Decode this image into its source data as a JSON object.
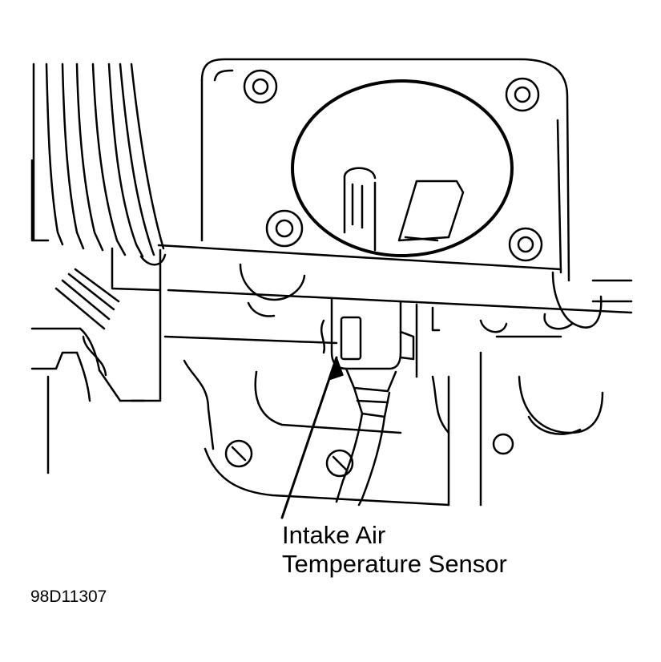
{
  "callout": {
    "line1": "Intake Air",
    "line2": "Temperature Sensor"
  },
  "figure_id": "98D11307",
  "colors": {
    "ink": "#000000",
    "paper": "#ffffff"
  }
}
